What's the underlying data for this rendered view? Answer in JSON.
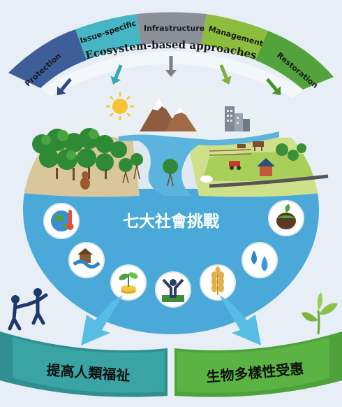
{
  "segments": [
    {
      "label": "Protection",
      "color": "#3d5e99"
    },
    {
      "label": "Issue-specific",
      "color": "#46b6c4"
    },
    {
      "label": "Infrastructure",
      "color": "#8a8f98"
    },
    {
      "label": "Management",
      "color": "#8cbd3c"
    },
    {
      "label": "Restoration",
      "color": "#52a33b"
    }
  ],
  "arc_title": "Ecosystem-based approaches",
  "center_title": "七大社會挑戰",
  "outcomes": {
    "left": {
      "label": "提高人類福祉",
      "color": "#2f8f91"
    },
    "right": {
      "label": "生物多樣性受惠",
      "color": "#4fa23a"
    }
  },
  "challenge_icons": [
    {
      "name": "climate-change-icon"
    },
    {
      "name": "natural-disaster-icon"
    },
    {
      "name": "economic-development-icon"
    },
    {
      "name": "human-health-icon"
    },
    {
      "name": "food-security-icon"
    },
    {
      "name": "water-security-icon"
    },
    {
      "name": "environmental-degradation-icon"
    }
  ]
}
